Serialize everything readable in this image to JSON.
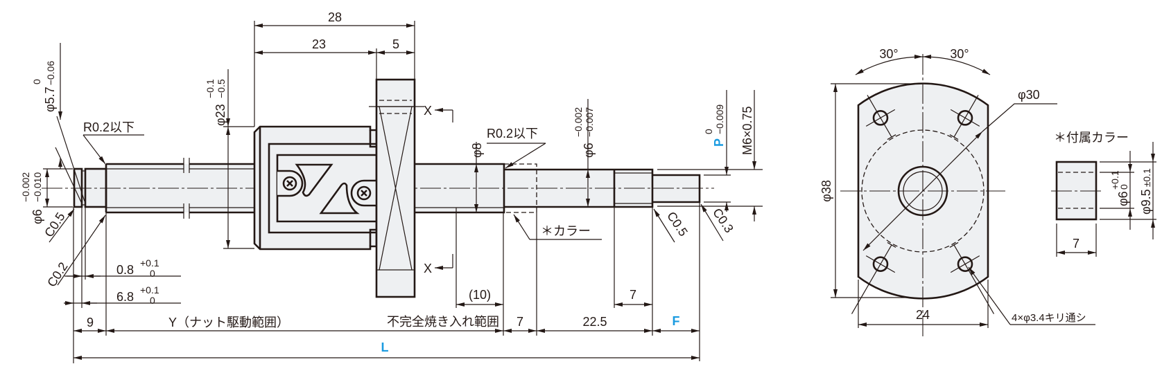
{
  "colors": {
    "line": "#231815",
    "fill": "#eef0f2",
    "accent": "#1a9be0"
  },
  "side_view": {
    "nut_length": "28",
    "nut_body_length": "23",
    "flange_thickness": "5",
    "flange_dia": {
      "main": "φ23",
      "upper": "−0.1",
      "lower": "−0.5"
    },
    "groove_dia": {
      "main": "φ5.7",
      "upper": "0",
      "lower": "−0.06"
    },
    "left_end_dia": {
      "main": "φ6",
      "upper": "−0.002",
      "lower": "−0.010"
    },
    "left_fillet": "R0.2以下",
    "left_chamfer": "C0.5",
    "groove_chamfer": "C0.2",
    "groove_width": {
      "main": "0.8",
      "upper": "+0.1",
      "lower": "0"
    },
    "groove_position": {
      "main": "6.8",
      "upper": "+0.1",
      "lower": "0"
    },
    "left_end_length": "9",
    "stroke_label": "Y（ナット駆動範囲）",
    "incomplete_hardening": "不完全焼き入れ範囲",
    "hardening_length": "(10)",
    "collar_length": "7",
    "journal_length": "22.5",
    "thread_length": "7",
    "f_label": "F",
    "l_label": "L",
    "section_mark_top": "X",
    "section_mark_bottom": "X",
    "shaft_dia": "φ8",
    "right_fillet": "R0.2以下",
    "collar_label": "＊カラー",
    "journal_dia": {
      "main": "φ6",
      "upper": "−0.002",
      "lower": "−0.007"
    },
    "p_dia": {
      "main": "P",
      "upper": "0",
      "lower": "−0.009"
    },
    "thread_spec": "M6×0.75",
    "thread_chamfer": "C0.5",
    "end_chamfer": "C0.3"
  },
  "front_view": {
    "angle_left": "30°",
    "angle_right": "30°",
    "pcd": "φ30",
    "outer_dia": "φ38",
    "width": "24",
    "holes": "4×φ3.4キリ通シ"
  },
  "collar_view": {
    "title": "＊付属カラー",
    "inner_dia": {
      "main": "φ6",
      "upper": "+0.1",
      "lower": "0"
    },
    "outer_dia": {
      "main": "φ9.5",
      "tol": "±0.1"
    },
    "length": "7"
  }
}
